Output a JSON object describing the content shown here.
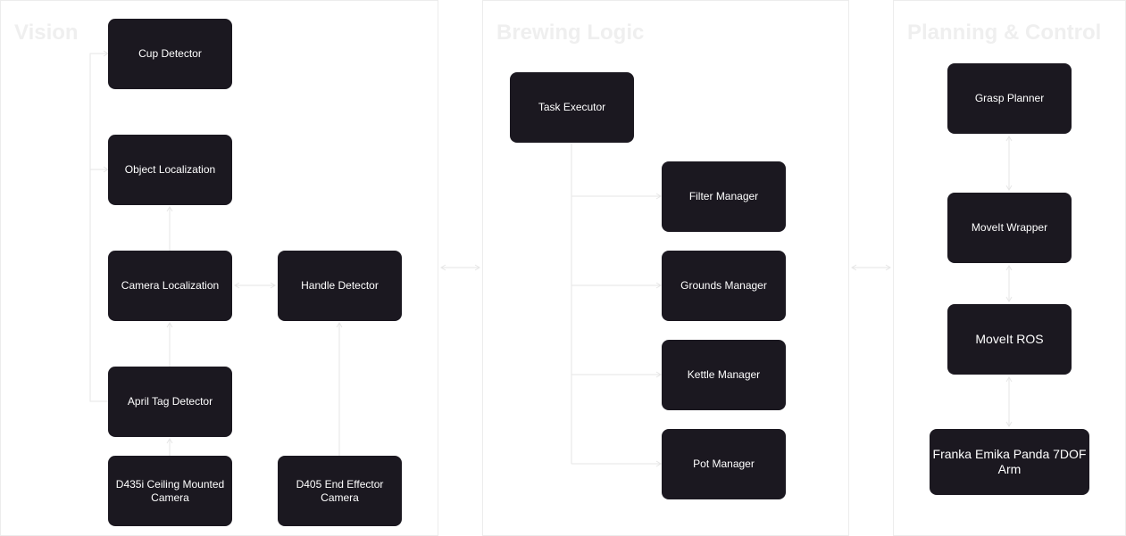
{
  "panels": {
    "vision": "Vision",
    "brewing": "Brewing Logic",
    "planning": "Planning & Control"
  },
  "nodes": {
    "cup_detector": "Cup Detector",
    "object_localization": "Object Localization",
    "camera_localization": "Camera Localization",
    "handle_detector": "Handle Detector",
    "april_tag_detector": "April Tag Detector",
    "d435i_camera": "D435i Ceiling Mounted Camera",
    "d405_camera": "D405 End Effector Camera",
    "task_executor": "Task Executor",
    "filter_manager": "Filter Manager",
    "grounds_manager": "Grounds Manager",
    "kettle_manager": "Kettle Manager",
    "pot_manager": "Pot Manager",
    "grasp_planner": "Grasp Planner",
    "moveit_wrapper": "MoveIt Wrapper",
    "moveit_ros": "MoveIt ROS",
    "franka_arm": "Franka Emika Panda 7DOF Arm"
  },
  "colors": {
    "node_fill": "#1b1820",
    "node_text": "#ffffff",
    "edge": "#e6e6e6",
    "panel_border": "#ececec",
    "panel_title": "#efefef"
  }
}
